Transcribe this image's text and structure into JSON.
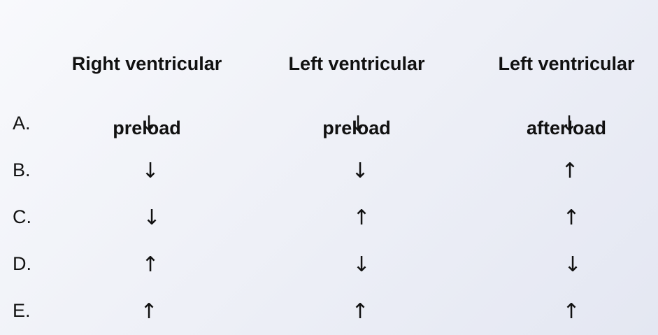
{
  "columns": [
    {
      "line1": "Right ventricular",
      "line2": "preload"
    },
    {
      "line1": "Left ventricular",
      "line2": "preload"
    },
    {
      "line1": "Left ventricular",
      "line2": "afterload"
    }
  ],
  "rows": [
    {
      "label": "A.",
      "values": [
        "↓",
        "↓",
        "↓"
      ]
    },
    {
      "label": "B.",
      "values": [
        "↓",
        "↓",
        "↑"
      ]
    },
    {
      "label": "C.",
      "values": [
        "↓",
        "↑",
        "↑"
      ]
    },
    {
      "label": "D.",
      "values": [
        "↑",
        "↓",
        "↓"
      ]
    },
    {
      "label": "E.",
      "values": [
        "↑",
        "↑",
        "↑"
      ]
    }
  ]
}
